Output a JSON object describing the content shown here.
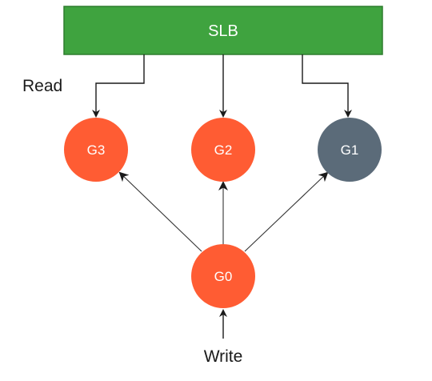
{
  "slb": {
    "label": "SLB",
    "fill": "#3fa33f",
    "stroke": "#2e7d2e"
  },
  "nodes": [
    {
      "id": "g3",
      "label": "G3",
      "fill": "#ff5c33"
    },
    {
      "id": "g2",
      "label": "G2",
      "fill": "#ff5c33"
    },
    {
      "id": "g1",
      "label": "G1",
      "fill": "#5b6b79"
    },
    {
      "id": "g0",
      "label": "G0",
      "fill": "#ff5c33"
    }
  ],
  "labels": {
    "read": "Read",
    "write": "Write"
  }
}
